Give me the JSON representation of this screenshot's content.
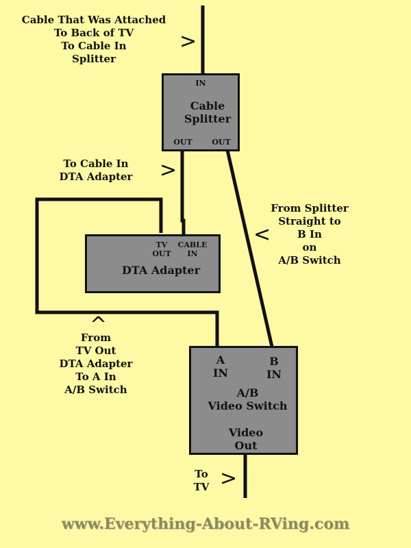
{
  "notes": {
    "tv_cable": "Cable That Was Attached\nTo Back of TV\nTo Cable In\nSplitter",
    "to_dta": "To Cable In\nDTA Adapter",
    "splitter_to_b": "From Splitter\nStraight to\nB In\non\nA/B Switch",
    "dta_to_a": "From\nTV Out\nDTA Adapter\nTo A In\nA/B Switch",
    "to_tv": "To\nTV"
  },
  "splitter": {
    "title": "Cable\nSplitter",
    "in_port": "IN",
    "out_port_1": "OUT",
    "out_port_2": "OUT"
  },
  "dta": {
    "title": "DTA Adapter",
    "tv_out_port": "TV\nOUT",
    "cable_in_port": "CABLE\nIN"
  },
  "ab_switch": {
    "title": "A/B\nVideo Switch",
    "a_in": "A\nIN",
    "b_in": "B\nIN",
    "video_out": "Video\nOut"
  },
  "arrows": {
    "right": ">",
    "left": "<",
    "up": "^"
  },
  "footer": "www.Everything-About-RVing.com",
  "colors": {
    "background": "#fdf9a5",
    "box_fill": "#8c8c8c",
    "wire": "#111111",
    "footer_text": "#8d8a60"
  }
}
